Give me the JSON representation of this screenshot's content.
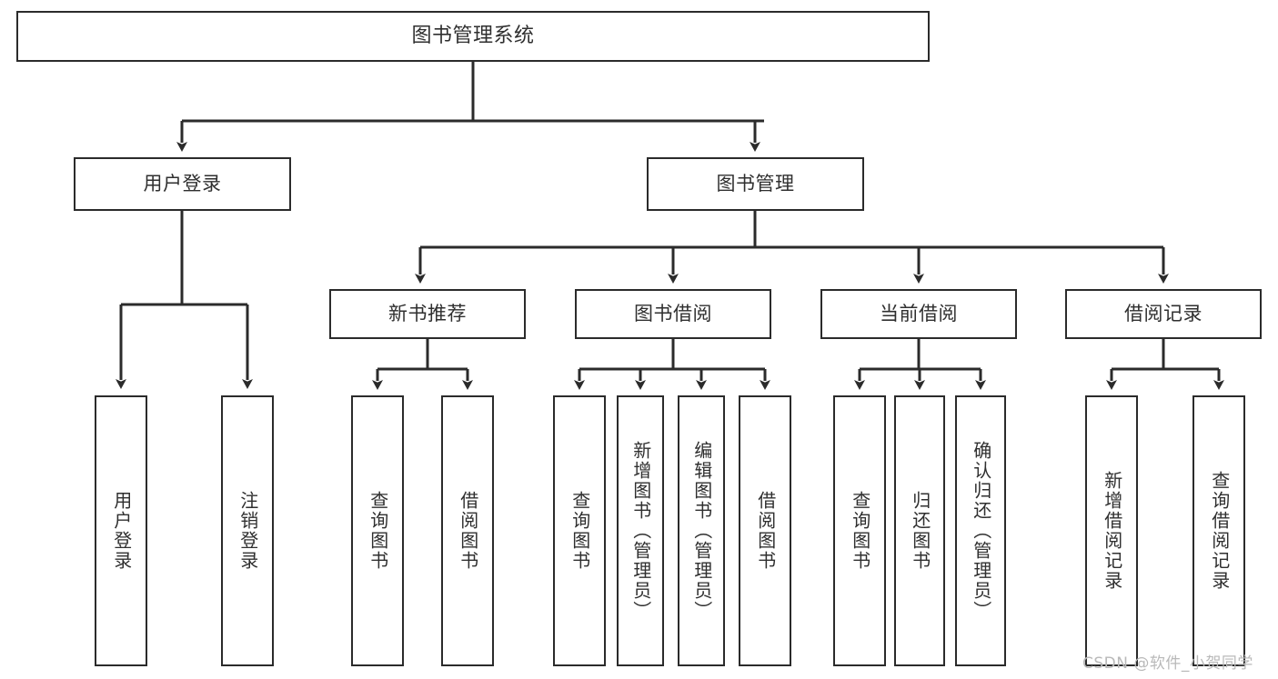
{
  "diagram": {
    "type": "tree",
    "title": "图书管理系统",
    "root": {
      "label": "图书管理系统"
    },
    "level2": [
      {
        "label": "用户登录"
      },
      {
        "label": "图书管理"
      }
    ],
    "level3": [
      {
        "label": "新书推荐"
      },
      {
        "label": "图书借阅"
      },
      {
        "label": "当前借阅"
      },
      {
        "label": "借阅记录"
      }
    ],
    "leaves": {
      "user_login": [
        {
          "label": "用户登录"
        },
        {
          "label": "注销登录"
        }
      ],
      "new_book": [
        {
          "label": "查询图书"
        },
        {
          "label": "借阅图书"
        }
      ],
      "book_borrow": [
        {
          "label": "查询图书"
        },
        {
          "label": "新增图书（管理员）"
        },
        {
          "label": "编辑图书（管理员）"
        },
        {
          "label": "借阅图书"
        }
      ],
      "current_borrow": [
        {
          "label": "查询图书"
        },
        {
          "label": "归还图书"
        },
        {
          "label": "确认归还（管理员）"
        }
      ],
      "borrow_record": [
        {
          "label": "新增借阅记录"
        },
        {
          "label": "查询借阅记录"
        }
      ]
    }
  },
  "watermark": {
    "text": "CSDN @软件_小贺同学"
  },
  "colors": {
    "stroke": "#2b2b2b",
    "box_fill": "#ffffff",
    "text": "#2f2f2f",
    "watermark": "#b9b9b9"
  }
}
